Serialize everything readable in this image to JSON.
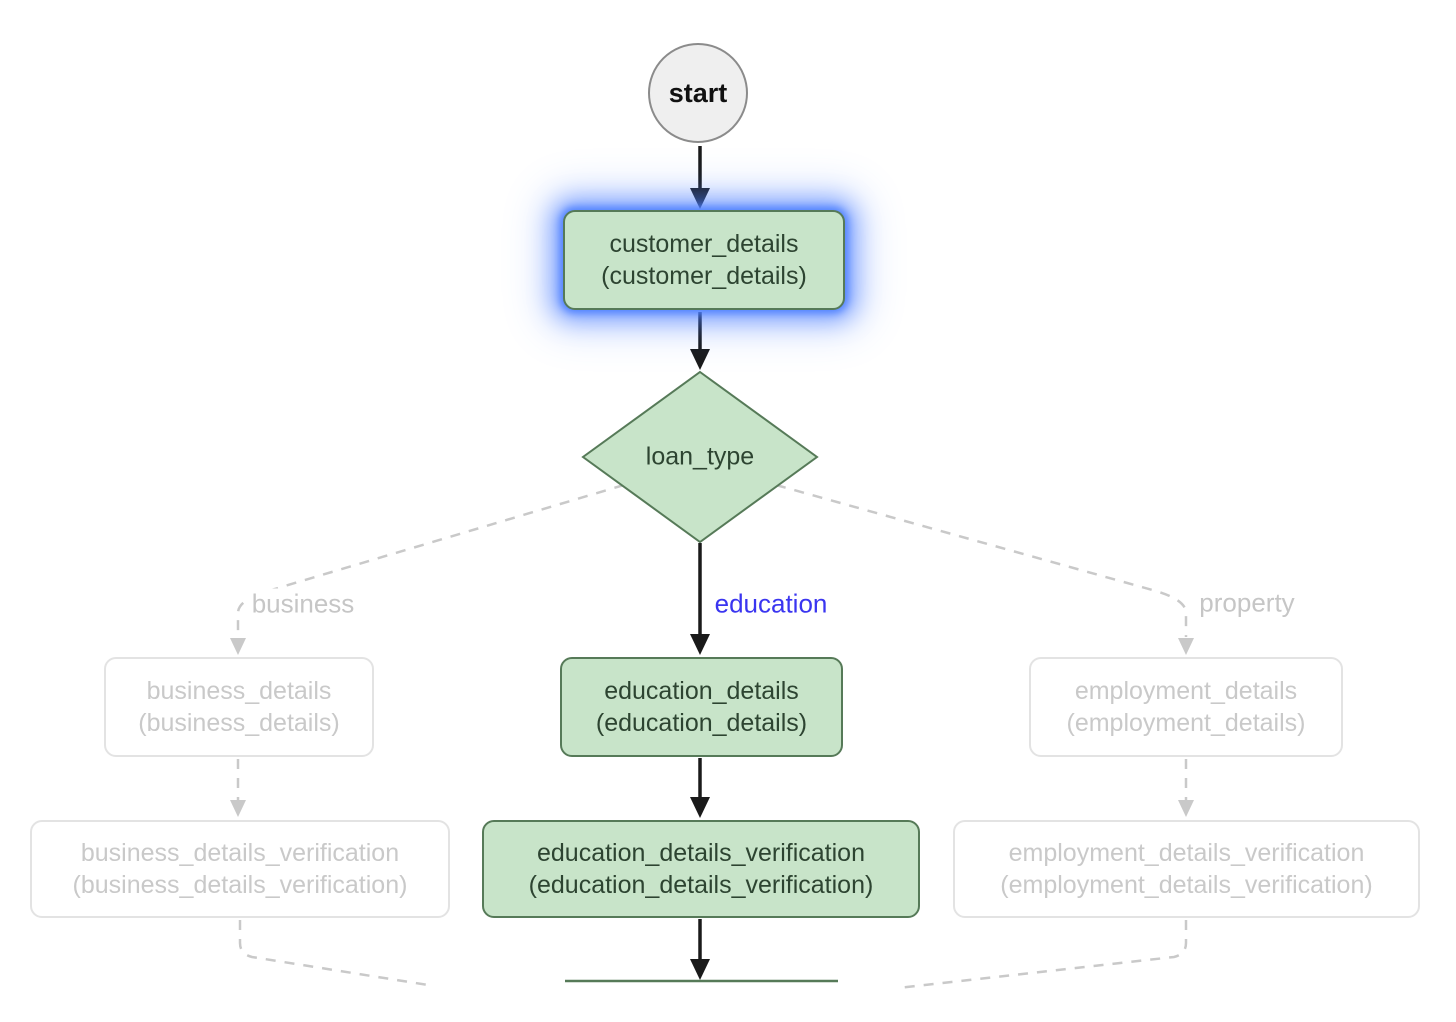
{
  "diagram": {
    "start": {
      "label": "start"
    },
    "decision": {
      "label": "loan_type"
    },
    "branch_labels": {
      "business": "business",
      "education": "education",
      "property": "property"
    },
    "nodes": {
      "customer_details": {
        "line1": "customer_details",
        "line2": "(customer_details)"
      },
      "business_details": {
        "line1": "business_details",
        "line2": "(business_details)"
      },
      "education_details": {
        "line1": "education_details",
        "line2": "(education_details)"
      },
      "employment_details": {
        "line1": "employment_details",
        "line2": "(employment_details)"
      },
      "business_details_verification": {
        "line1": "business_details_verification",
        "line2": "(business_details_verification)"
      },
      "education_details_verification": {
        "line1": "education_details_verification",
        "line2": "(education_details_verification)"
      },
      "employment_details_verification": {
        "line1": "employment_details_verification",
        "line2": "(employment_details_verification)"
      }
    },
    "colors": {
      "canvas_bg": "#ffffff",
      "green_fill": "#c8e4c9",
      "green_border": "#567a58",
      "green_text": "#2d4431",
      "gray_border": "#e3e3e3",
      "gray_text": "#c9c9c9",
      "start_fill": "#efefef",
      "start_border": "#8b8b8b",
      "start_text": "#111111",
      "edge_solid": "#1a1a1a",
      "edge_dashed": "#c9c9c9",
      "label_gray": "#c6c6c6",
      "label_blue": "#3a35f0",
      "highlight_glow": "#4d7fff"
    }
  }
}
